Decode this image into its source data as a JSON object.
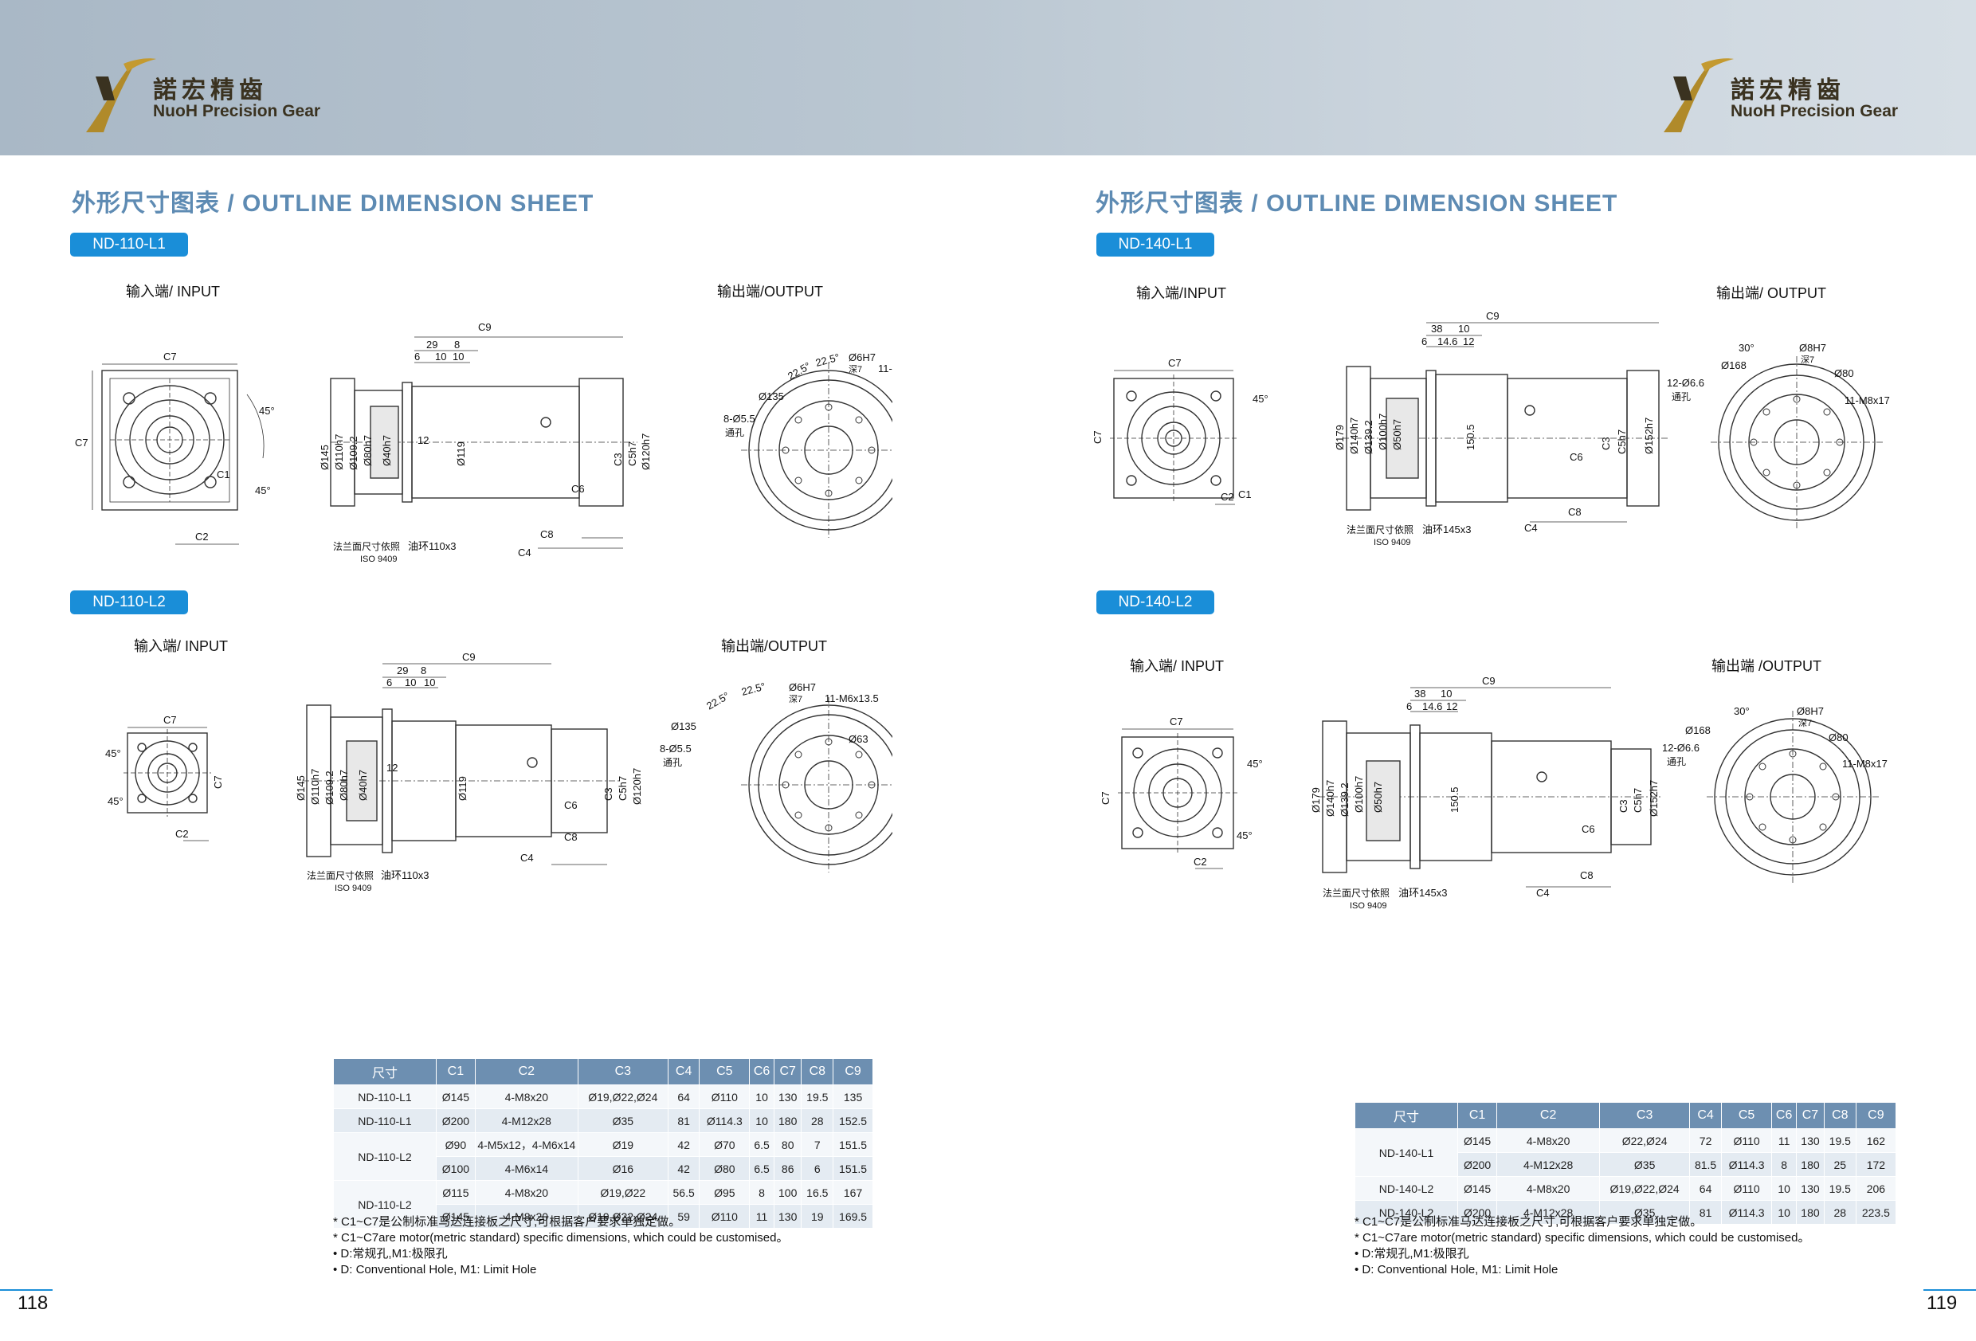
{
  "brand": {
    "name_cn": "諾宏精齒",
    "name_en": "NuoH Precision Gear"
  },
  "section_title": "外形尺寸图表 / OUTLINE DIMENSION SHEET",
  "models": {
    "m1": "ND-110-L1",
    "m2": "ND-110-L2",
    "m3": "ND-140-L1",
    "m4": "ND-140-L2"
  },
  "views": {
    "input_1": "输入端/ INPUT",
    "output_1": "输出端/OUTPUT",
    "input_2": "输入端/ INPUT",
    "output_2": "输出端/OUTPUT",
    "input_3": "输入端/INPUT",
    "output_3": "输出端/ OUTPUT",
    "input_4": "输入端/ INPUT",
    "output_4": "输出端 /OUTPUT"
  },
  "drawing_labels": {
    "110": {
      "c7": "C7",
      "c2": "C2",
      "c1": "C1",
      "c9": "C9",
      "c8": "C8",
      "c4": "C4",
      "c6": "C6",
      "c3": "C3",
      "c5": "C5h7",
      "d29": "29",
      "d8": "8",
      "d6": "6",
      "d10a": "10",
      "d10b": "10",
      "d12": "12",
      "d145": "Ø145",
      "d110": "Ø110h7",
      "d109": "Ø109.2",
      "d80": "Ø80h7",
      "d40": "Ø40h7",
      "d119": "Ø119",
      "d120": "Ø120h7",
      "d135": "Ø135",
      "d63": "Ø63",
      "d6h7": "Ø6H7",
      "deep7": "深7",
      "thread": "11-M6x13.5",
      "holes": "8-Ø5.5",
      "thru": "通孔",
      "ang1": "22.5°",
      "ang2": "22.5°",
      "ang45a": "45°",
      "ang45b": "45°",
      "flange": "法兰面尺寸依照",
      "iso": "ISO 9409",
      "ring": "油环110x3"
    },
    "140": {
      "c7": "C7",
      "c2": "C2",
      "c1": "C1",
      "c9": "C9",
      "c8": "C8",
      "c4": "C4",
      "c6": "C6",
      "c3": "C3",
      "c5": "C5h7",
      "d38": "38",
      "d10": "10",
      "d6": "6",
      "d14": "14.6",
      "d12": "12",
      "d179": "Ø179",
      "d140": "Ø140h7",
      "d139": "Ø139.2",
      "d100": "Ø100h7",
      "d50": "Ø50h7",
      "d150": "150.5",
      "d152": "Ø152h7",
      "d168": "Ø168",
      "d80": "Ø80",
      "d8h7": "Ø8H7",
      "deep7": "深7",
      "thread": "11-M8x17",
      "holes": "12-Ø6.6",
      "thru": "通孔",
      "ang30": "30°",
      "ang45a": "45°",
      "ang45b": "45°",
      "flange": "法兰面尺寸依照",
      "iso": "ISO 9409",
      "ring": "油环145x3"
    }
  },
  "table_left": {
    "headers": [
      "尺寸",
      "C1",
      "C2",
      "C3",
      "C4",
      "C5",
      "C6",
      "C7",
      "C8",
      "C9"
    ],
    "rows": [
      {
        "model": "ND-110-L1",
        "cells": [
          "Ø145",
          "4-M8x20",
          "Ø19,Ø22,Ø24",
          "64",
          "Ø110",
          "10",
          "130",
          "19.5",
          "135"
        ]
      },
      {
        "model": "ND-110-L1",
        "cells": [
          "Ø200",
          "4-M12x28",
          "Ø35",
          "81",
          "Ø114.3",
          "10",
          "180",
          "28",
          "152.5"
        ]
      },
      {
        "model": "ND-110-L2",
        "cells": [
          "Ø90",
          "4-M5x12，4-M6x14",
          "Ø19",
          "42",
          "Ø70",
          "6.5",
          "80",
          "7",
          "151.5"
        ]
      },
      {
        "model": "",
        "cells": [
          "Ø100",
          "4-M6x14",
          "Ø16",
          "42",
          "Ø80",
          "6.5",
          "86",
          "6",
          "151.5"
        ]
      },
      {
        "model": "ND-110-L2",
        "cells": [
          "Ø115",
          "4-M8x20",
          "Ø19,Ø22",
          "56.5",
          "Ø95",
          "8",
          "100",
          "16.5",
          "167"
        ]
      },
      {
        "model": "",
        "cells": [
          "Ø145",
          "4-M8x20",
          "Ø19,Ø22,Ø24",
          "59",
          "Ø110",
          "11",
          "130",
          "19",
          "169.5"
        ]
      }
    ]
  },
  "table_right": {
    "headers": [
      "尺寸",
      "C1",
      "C2",
      "C3",
      "C4",
      "C5",
      "C6",
      "C7",
      "C8",
      "C9"
    ],
    "rows": [
      {
        "model": "ND-140-L1",
        "cells": [
          "Ø145",
          "4-M8x20",
          "Ø22,Ø24",
          "72",
          "Ø110",
          "11",
          "130",
          "19.5",
          "162"
        ]
      },
      {
        "model": "",
        "cells": [
          "Ø200",
          "4-M12x28",
          "Ø35",
          "81.5",
          "Ø114.3",
          "8",
          "180",
          "25",
          "172"
        ]
      },
      {
        "model": "ND-140-L2",
        "cells": [
          "Ø145",
          "4-M8x20",
          "Ø19,Ø22,Ø24",
          "64",
          "Ø110",
          "10",
          "130",
          "19.5",
          "206"
        ]
      },
      {
        "model": "ND-140-L2",
        "cells": [
          "Ø200",
          "4-M12x28",
          "Ø35",
          "81",
          "Ø114.3",
          "10",
          "180",
          "28",
          "223.5"
        ]
      }
    ]
  },
  "notes": [
    "* C1~C7是公制标准马达连接板之尺寸,可根据客户要求单独定做。",
    "* C1~C7are motor(metric standard)  specific dimensions, which could be customised。",
    "• D:常规孔,M1:极限孔",
    "• D: Conventional Hole, M1: Limit Hole"
  ],
  "page_numbers": {
    "left": "118",
    "right": "119"
  }
}
